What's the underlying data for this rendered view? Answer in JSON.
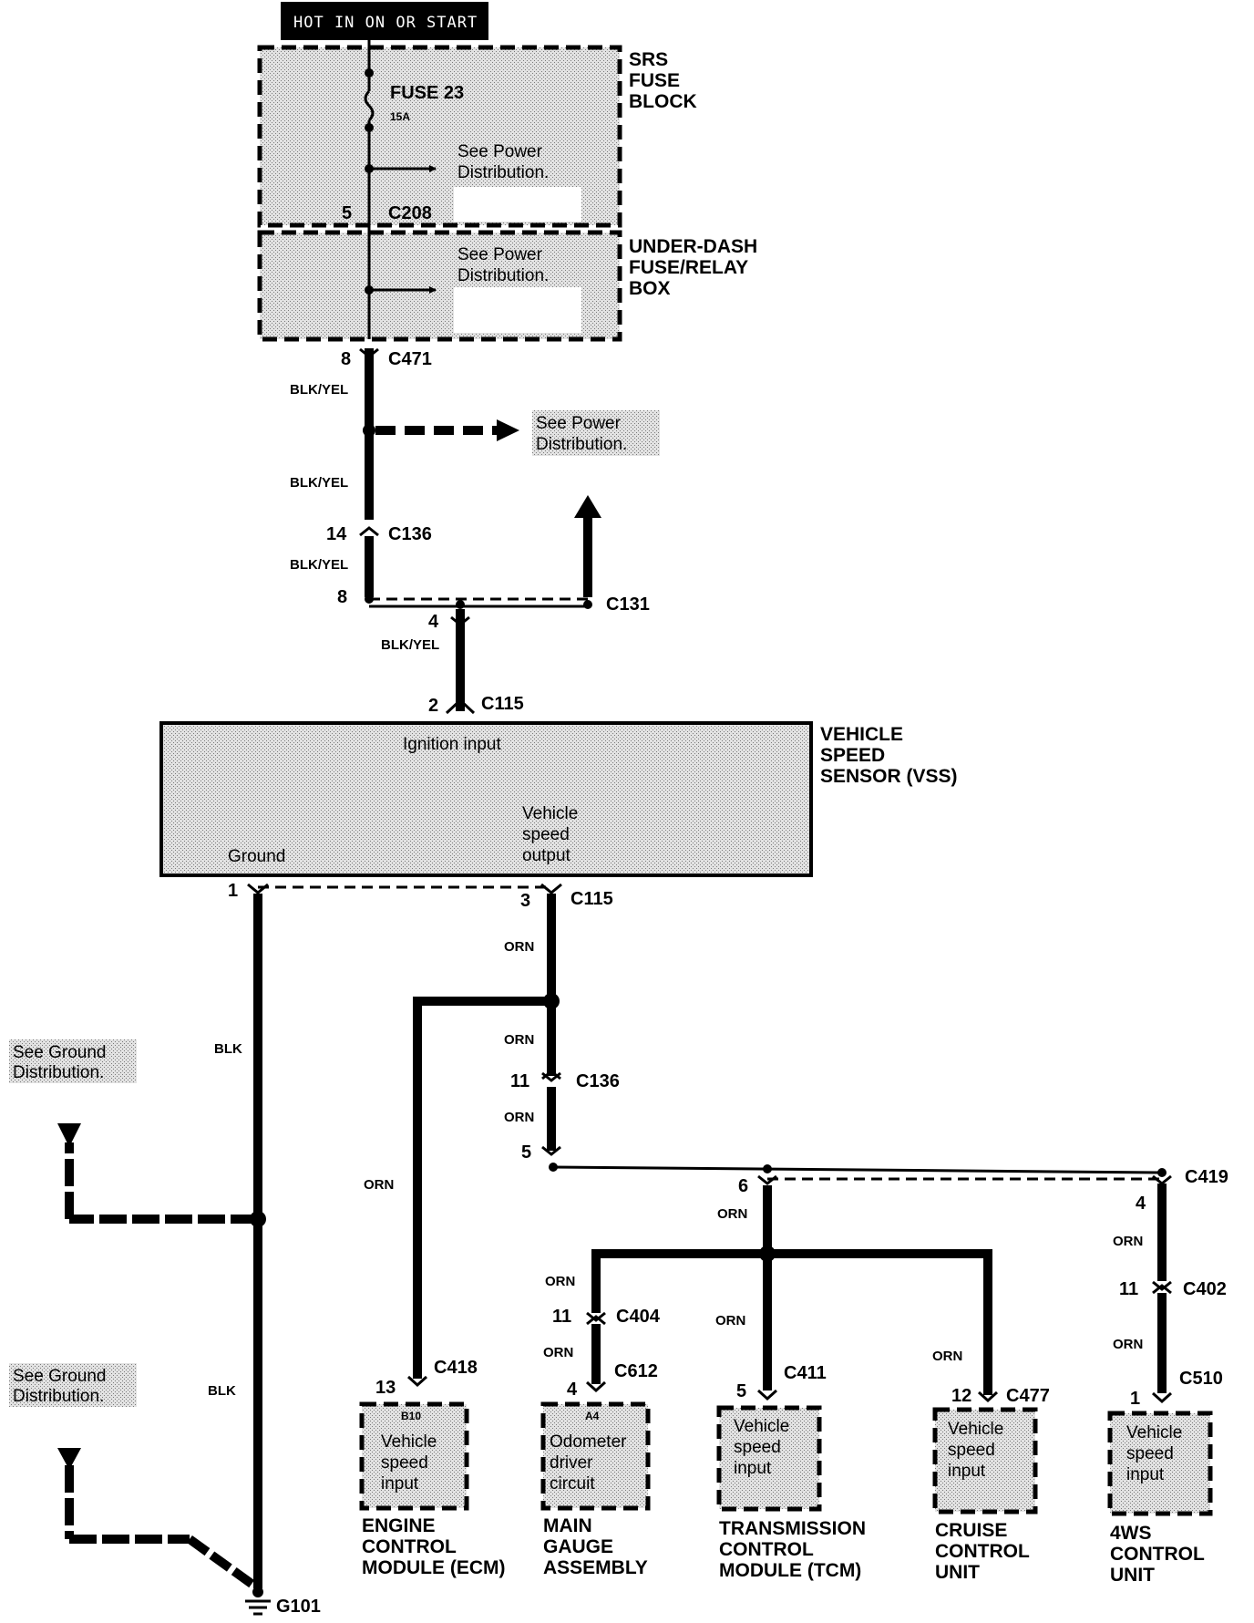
{
  "header": {
    "title": "HOT IN ON OR START"
  },
  "srs_box": {
    "name": [
      "SRS",
      "FUSE",
      "BLOCK"
    ],
    "fuse": "FUSE 23",
    "rating": "15A",
    "note": [
      "See Power",
      "Distribution."
    ],
    "pin": "5",
    "connector": "C208"
  },
  "underdash_box": {
    "name": [
      "UNDER-DASH",
      "FUSE/RELAY",
      "BOX"
    ],
    "note": [
      "See Power",
      "Distribution."
    ]
  },
  "upper": {
    "c471": {
      "pin": "8",
      "connector": "C471",
      "wire": "BLK/YEL"
    },
    "splice_note": [
      "See Power",
      "Distribution."
    ],
    "wire2": "BLK/YEL",
    "c136": {
      "pin": "14",
      "connector": "C136",
      "wire": "BLK/YEL"
    },
    "c131": {
      "pin": "8",
      "connector": "C131"
    },
    "c115_top": {
      "pin_a": "4",
      "wire": "BLK/YEL",
      "pin": "2",
      "connector": "C115"
    }
  },
  "vss": {
    "name": [
      "VEHICLE",
      "SPEED",
      "SENSOR (VSS)"
    ],
    "ignition": "Ignition input",
    "output": [
      "Vehicle",
      "speed",
      "output"
    ],
    "ground": "Ground"
  },
  "lower": {
    "ground_pin": "1",
    "output_pin": "3",
    "connector": "C115",
    "wire_orn": "ORN",
    "wire_blk": "BLK",
    "ground_note_1": [
      "See Ground",
      "Distribution."
    ],
    "ground_note_2": [
      "See Ground",
      "Distribution."
    ],
    "ground_point": "G101",
    "c136": {
      "pin": "11",
      "connector": "C136",
      "pin_b": "5"
    },
    "c419": {
      "pin_left": "6",
      "connector": "C419",
      "pin_right": "4"
    },
    "c404": {
      "pin": "11",
      "connector": "C404"
    },
    "c402": {
      "pin": "11",
      "connector": "C402"
    }
  },
  "modules": [
    {
      "pin": "13",
      "connector": "C418",
      "code": "B10",
      "func": [
        "Vehicle",
        "speed",
        "input"
      ],
      "name": [
        "ENGINE",
        "CONTROL",
        "MODULE (ECM)"
      ]
    },
    {
      "pin": "4",
      "connector": "C612",
      "code": "A4",
      "func": [
        "Odometer",
        "driver",
        "circuit"
      ],
      "name": [
        "MAIN",
        "GAUGE",
        "ASSEMBLY"
      ]
    },
    {
      "pin": "5",
      "connector": "C411",
      "code": "",
      "func": [
        "Vehicle",
        "speed",
        "input"
      ],
      "name": [
        "TRANSMISSION",
        "CONTROL",
        "MODULE (TCM)"
      ]
    },
    {
      "pin": "12",
      "connector": "C477",
      "code": "",
      "func": [
        "Vehicle",
        "speed",
        "input"
      ],
      "name": [
        "CRUISE",
        "CONTROL",
        "UNIT"
      ]
    },
    {
      "pin": "1",
      "connector": "C510",
      "code": "",
      "func": [
        "Vehicle",
        "speed",
        "input"
      ],
      "name": [
        "4WS",
        "CONTROL",
        "UNIT"
      ]
    }
  ]
}
